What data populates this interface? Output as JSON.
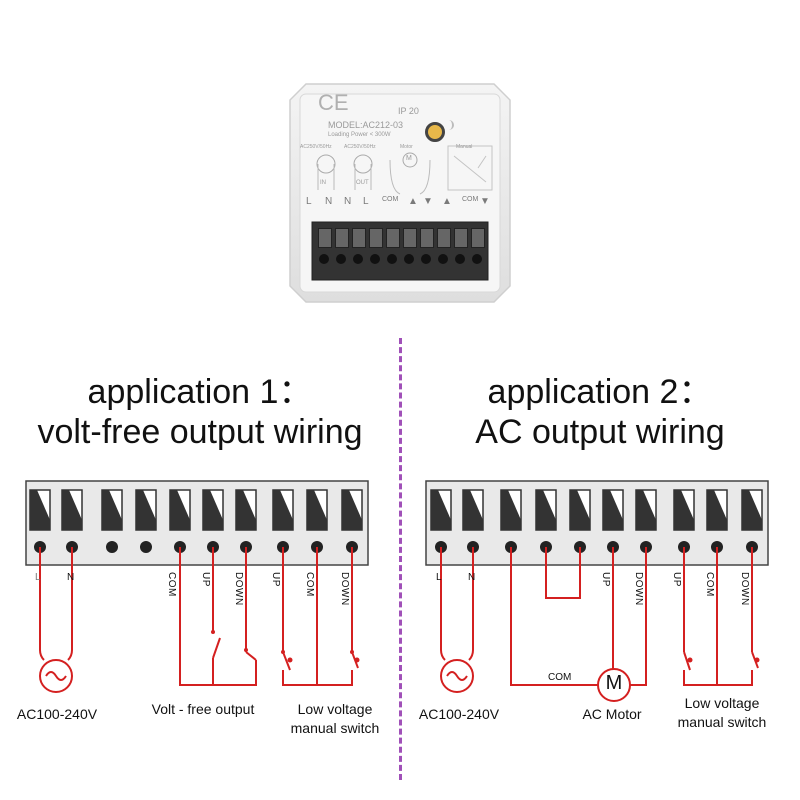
{
  "device": {
    "ce_mark": "CE",
    "ip": "IP 20",
    "model": "MODEL:AC212-03",
    "loading_power": "Loading Power < 300W",
    "in_spec": "AC250V/50Hz",
    "out_spec": "AC250V/50Hz",
    "motor_label": "Motor",
    "motor_symbol": "M",
    "manual_label": "Manual",
    "in_label": "IN",
    "out_label": "OUT",
    "terminal_labels": [
      "L",
      "N",
      "N",
      "L",
      "COM",
      "▲",
      "▼",
      "▲",
      "COM",
      "▼"
    ]
  },
  "app1": {
    "title_line1": "application 1：",
    "title_line2": "volt-free output wiring",
    "wire_labels": {
      "L": "L",
      "N": "N",
      "com": "COM",
      "up": "UP",
      "down": "DOWN",
      "up2": "UP",
      "com2": "COM",
      "down2": "DOWN"
    },
    "source_label": "AC100-240V",
    "output_label": "Volt - free output",
    "manual_line1": "Low voltage",
    "manual_line2": "manual switch"
  },
  "app2": {
    "title_line1": "application 2：",
    "title_line2": "AC output wiring",
    "wire_labels": {
      "L": "L",
      "N": "N",
      "up": "UP",
      "down": "DOWN",
      "up2": "UP",
      "com2": "COM",
      "down2": "DOWN"
    },
    "com_label": "COM",
    "motor_symbol": "M",
    "source_label": "AC100-240V",
    "motor_label": "AC Motor",
    "manual_line1": "Low voltage",
    "manual_line2": "manual switch"
  },
  "colors": {
    "wire": "#d42020",
    "divider": "#a050b8",
    "block": "#e9e9e9",
    "text": "#111111"
  },
  "icons": [
    "ac-source-icon",
    "motor-icon",
    "switch-icon",
    "screw-terminal-icon",
    "antenna-icon",
    "led-icon"
  ]
}
